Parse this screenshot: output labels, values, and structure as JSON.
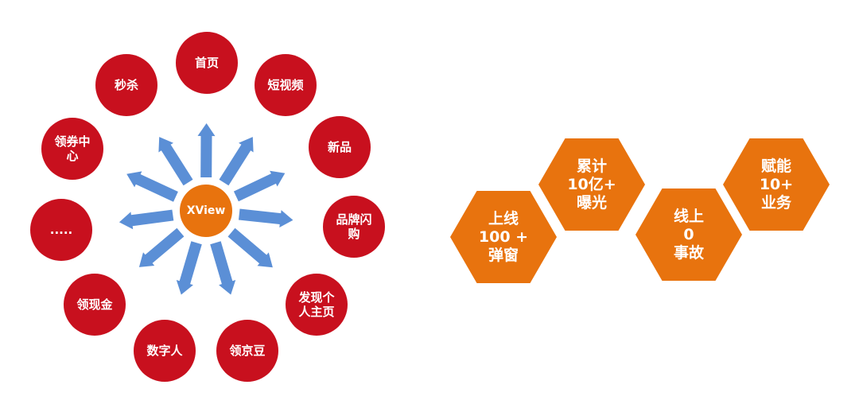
{
  "center": {
    "label": "XView"
  },
  "nodes": [
    {
      "id": "home",
      "label": "首页"
    },
    {
      "id": "short-video",
      "label": "短视频"
    },
    {
      "id": "new-product",
      "label": "新品"
    },
    {
      "id": "brand-flash",
      "label": "品牌闪\n购"
    },
    {
      "id": "discover",
      "label": "发现个\n人主页"
    },
    {
      "id": "jd-beans",
      "label": "领京豆"
    },
    {
      "id": "digital-human",
      "label": "数字人"
    },
    {
      "id": "cash",
      "label": "领现金"
    },
    {
      "id": "more",
      "label": "....."
    },
    {
      "id": "coupon",
      "label": "领券中\n心"
    },
    {
      "id": "flash-sale",
      "label": "秒杀"
    }
  ],
  "stats": [
    {
      "id": "online-popups",
      "label": "上线\n100 +\n弹窗"
    },
    {
      "id": "exposure",
      "label": "累计\n10亿+\n曝光"
    },
    {
      "id": "zero-incident",
      "label": "线上\n0\n事故"
    },
    {
      "id": "businesses",
      "label": "赋能\n10+\n业务"
    }
  ],
  "colors": {
    "node": "#c8101e",
    "center": "#e8730e",
    "hex": "#e8730e",
    "arrow": "#5b8fd6"
  }
}
